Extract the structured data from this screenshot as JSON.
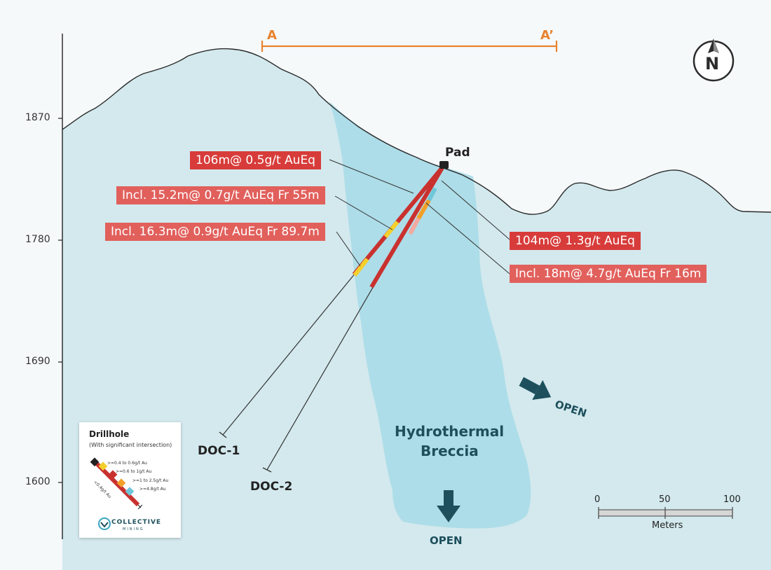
{
  "section": {
    "start_label": "A",
    "end_label": "A’"
  },
  "compass": {
    "letter": "N"
  },
  "elevation_ticks": [
    "1870",
    "1780",
    "1690",
    "1600"
  ],
  "pad_label": "Pad",
  "intercepts": [
    {
      "text": "106m@ 0.5g/t AuEq"
    },
    {
      "text": "Incl. 15.2m@ 0.7g/t AuEq Fr 55m"
    },
    {
      "text": "Incl. 16.3m@ 0.9g/t AuEq Fr 89.7m"
    },
    {
      "text": "104m@ 1.3g/t AuEq"
    },
    {
      "text": "Incl. 18m@ 4.7g/t AuEq Fr 16m"
    }
  ],
  "drillholes": [
    {
      "name": "DOC-1"
    },
    {
      "name": "DOC-2"
    }
  ],
  "breccia": {
    "line1": "Hydrothermal",
    "line2": "Breccia"
  },
  "open_labels": {
    "right": "OPEN",
    "bottom": "OPEN"
  },
  "scale_bar": {
    "ticks": [
      "0",
      "50",
      "100"
    ],
    "unit": "Meters"
  },
  "legend": {
    "title": "Drillhole",
    "subtitle": "(With significant intersection)",
    "levels": [
      ">=0.4 to 0.6g/t Au",
      ">=0.6 to 1g/t Au",
      ">=1 to 2.5g/t Au",
      ">=4.8g/t Au"
    ],
    "low_label": "<0.4g/t Au",
    "brand": "COLLECTIVE",
    "brand_sub": "MINING"
  },
  "colors": {
    "terrain": "#d3e9ee",
    "breccia": "#a9dbe7",
    "drill_trace": "#c9312f",
    "label_dark": "#d73c3a",
    "label_light": "#e1605c",
    "section_line": "#e8832f",
    "open_arrow": "#1d4f5c"
  }
}
